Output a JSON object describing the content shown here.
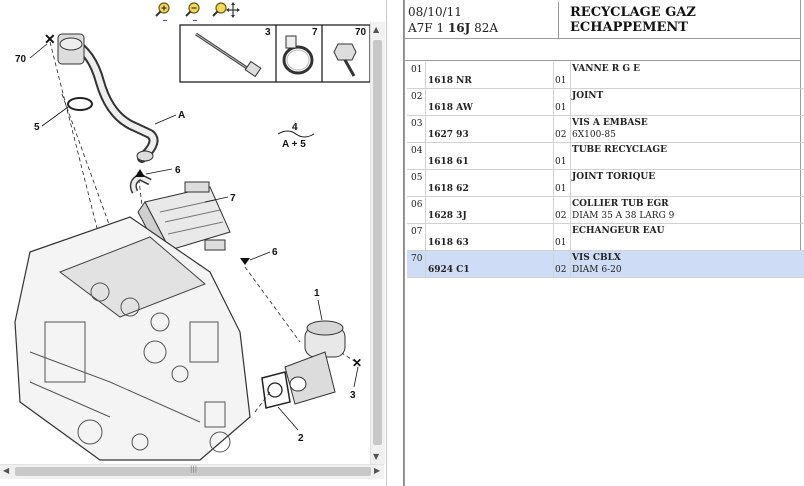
{
  "toolbar": {
    "zoom_in_icon": "magnifier-plus-icon",
    "zoom_out_icon": "magnifier-minus-icon",
    "pan_icon": "magnifier-move-icon"
  },
  "diagram": {
    "callouts": {
      "c70": "70",
      "c5": "5",
      "cA": "A",
      "c6a": "6",
      "c7": "7",
      "c6b": "6",
      "c1": "1",
      "c2": "2",
      "c3": "3"
    },
    "note_top": "4",
    "note_bottom": "A + 5",
    "inset_labels": {
      "i3": "3",
      "i7": "7",
      "i70": "70"
    }
  },
  "header": {
    "date": "08/10/11",
    "model_prefix": "A7F 1",
    "model_bold": "16J",
    "model_suffix": "82A",
    "title": "RECYCLAGE GAZ ECHAPPEMENT"
  },
  "parts": [
    {
      "num": "01",
      "ref": "1618 NR",
      "qty": "01",
      "desc": "VANNE R G E",
      "extra": ""
    },
    {
      "num": "02",
      "ref": "1618 AW",
      "qty": "01",
      "desc": "JOINT",
      "extra": ""
    },
    {
      "num": "03",
      "ref": "1627 93",
      "qty": "02",
      "desc": "VIS A EMBASE",
      "extra": "6X100-85"
    },
    {
      "num": "04",
      "ref": "1618 61",
      "qty": "01",
      "desc": "TUBE RECYCLAGE",
      "extra": ""
    },
    {
      "num": "05",
      "ref": "1618 62",
      "qty": "01",
      "desc": "JOINT TORIQUE",
      "extra": ""
    },
    {
      "num": "06",
      "ref": "1628 3J",
      "qty": "02",
      "desc": "COLLIER TUB EGR",
      "extra": "DIAM 35 A 38 LARG 9"
    },
    {
      "num": "07",
      "ref": "1618 63",
      "qty": "01",
      "desc": "ECHANGEUR EAU",
      "extra": ""
    },
    {
      "num": "70",
      "ref": "6924 C1",
      "qty": "02",
      "desc": "VIS CBLX",
      "extra": "DIAM 6-20"
    }
  ],
  "selected_row": 7,
  "colors": {
    "selected_row_bg": "#cfdcf5",
    "grid_line": "#d2d2d2"
  }
}
